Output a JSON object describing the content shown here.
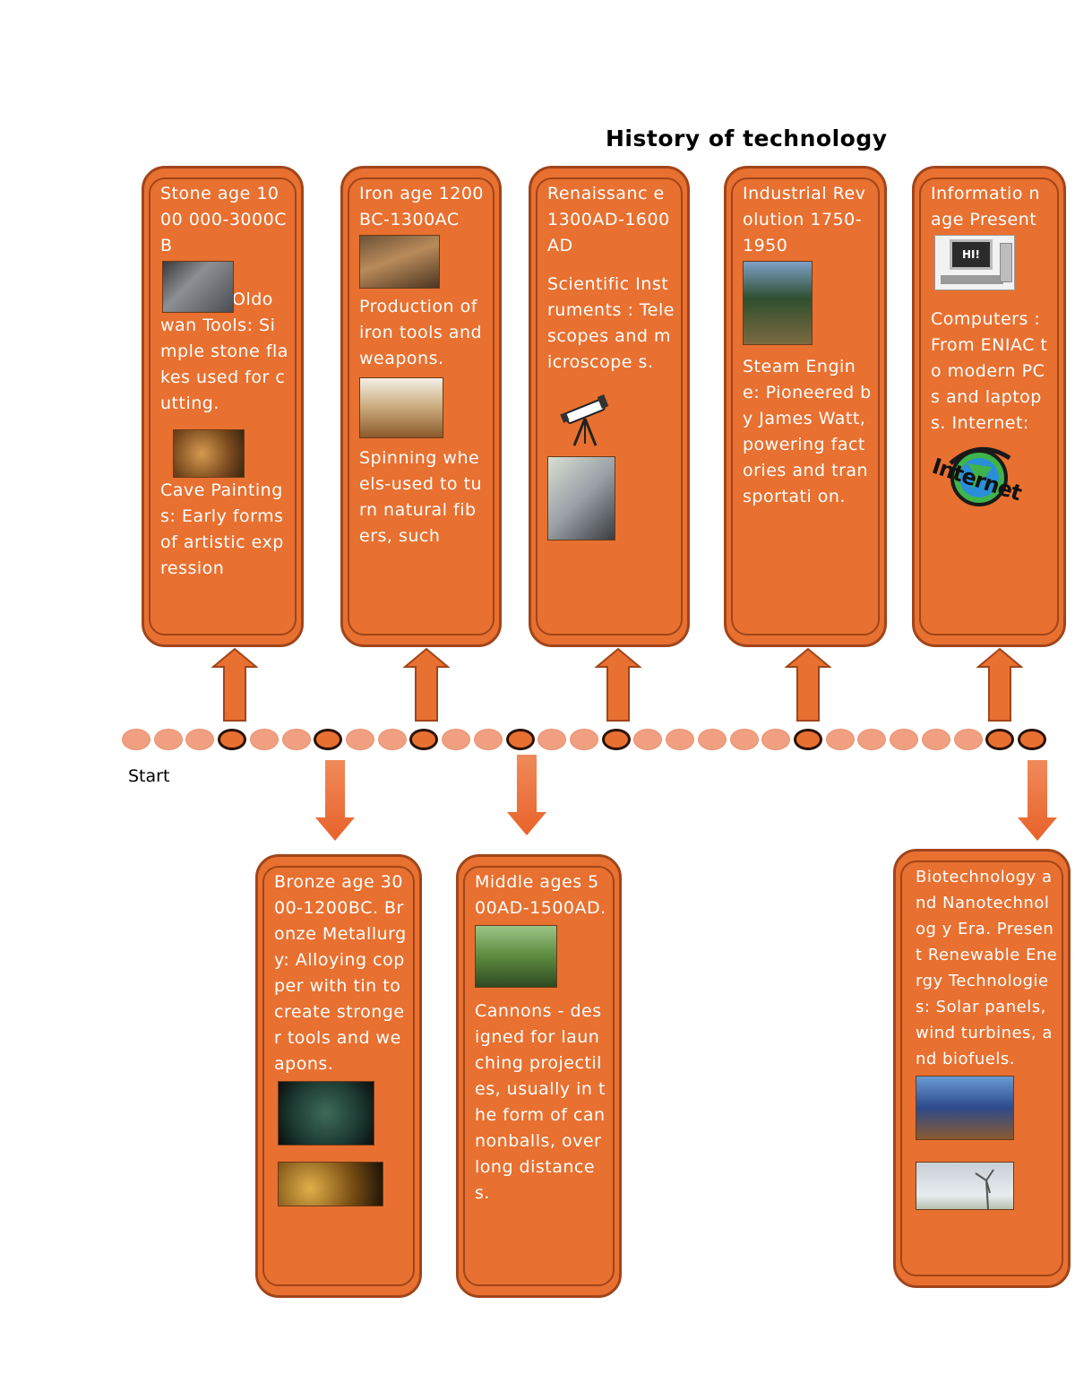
{
  "title": "History of technology",
  "start_label": "Start",
  "colors": {
    "box_fill": "#e87030",
    "box_border": "#a0451b",
    "dot_light": "#f0a080",
    "dot_dark": "#e87030"
  },
  "boxes": {
    "stone": {
      "heading": "Stone age 1000 000-3000CB",
      "text1": "Oldo wan Tools: Simple stone flakes used for cutting.",
      "text2": "Cave Paintings: Early forms of artistic expression",
      "images": [
        "stone-tools-photo",
        "cave-painting-photo"
      ]
    },
    "iron": {
      "heading": "Iron age 1200BC-1300AC",
      "text1": "Production of iron tools and weapons.",
      "text2": "Spinning wheels-used to turn natural fibers, such",
      "images": [
        "iron-tools-photo",
        "spinning-wheel-photo"
      ]
    },
    "renaissance": {
      "heading": "Renaissanc e1300AD-1600AD",
      "text1": "Scientific Instruments : Telescopes and microscope s.",
      "images": [
        "telescope-photo",
        "microscope-photo"
      ]
    },
    "industrial": {
      "heading": "Industrial Revolution 1750-1950",
      "text1": "Steam Engine: Pioneered by James Watt, powering factories and transportati on.",
      "images": [
        "steam-engine-photo"
      ]
    },
    "information": {
      "heading": "Informatio n age Present",
      "text1": "Computers : From ENIAC to modern PCs and laptops. Internet:",
      "computer_screen_text": "HI!",
      "internet_logo_text": "Internet",
      "images": [
        "computer-photo",
        "internet-logo"
      ]
    },
    "bronze": {
      "heading": "Bronze age 3000-1200BC. Bronze Metallurgy: Alloying copper with tin to create stronger tools and weapons.",
      "images": [
        "bronze-disc-photo",
        "gold-artifacts-photo"
      ]
    },
    "middle": {
      "heading": "Middle ages 500AD-1500AD.",
      "text1": "Cannons - designed for launching projectiles, usually in the form of cannonballs, over long distances.",
      "images": [
        "cannon-photo"
      ]
    },
    "biotech": {
      "heading": "Biotechnology and Nanotechnolog y Era. Present Renewable Energy Technologies: Solar panels, wind turbines, and biofuels.",
      "images": [
        "solar-panels-photo",
        "wind-turbine-photo"
      ]
    }
  },
  "timeline_dots": [
    "light",
    "light",
    "light",
    "dark",
    "light",
    "light",
    "dark",
    "light",
    "light",
    "dark",
    "light",
    "light",
    "dark",
    "light",
    "light",
    "dark",
    "light",
    "light",
    "light",
    "light",
    "light",
    "dark",
    "light",
    "light",
    "light",
    "light",
    "light",
    "dark",
    "dark"
  ]
}
